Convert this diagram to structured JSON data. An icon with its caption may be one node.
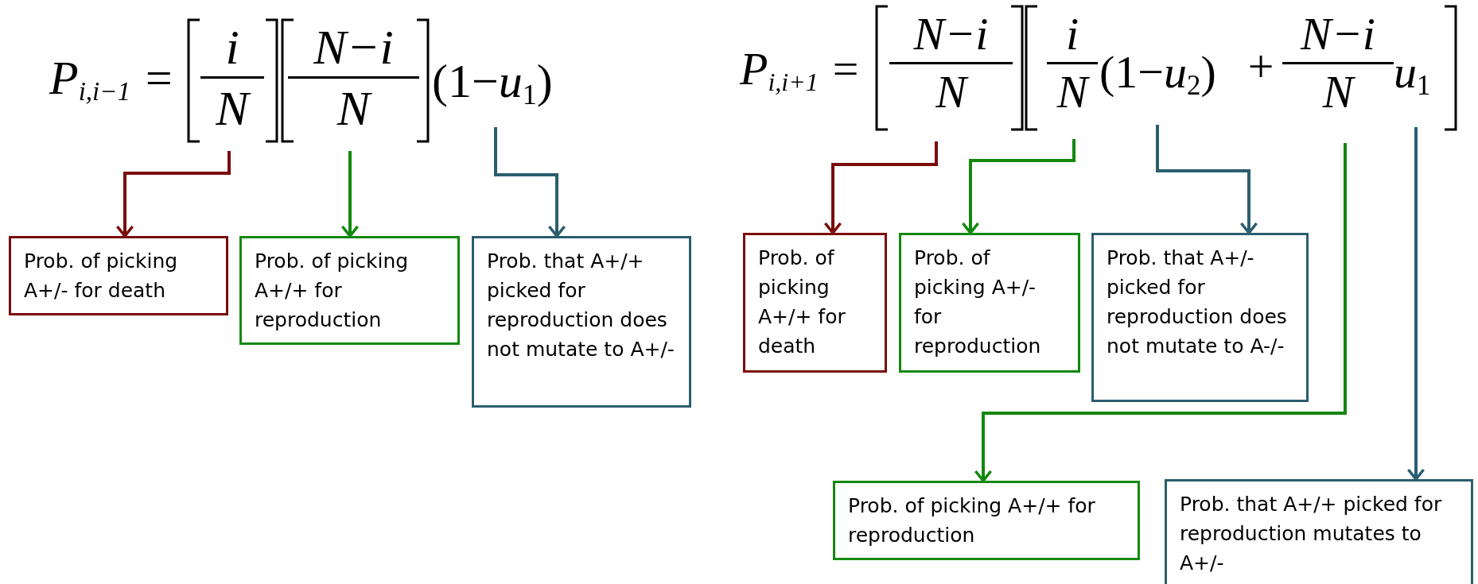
{
  "diagram": {
    "nodes": [
      {
        "text": [
          "i",
          "N"
        ]
      },
      {
        "text": [
          "N−i",
          "N"
        ]
      },
      {
        "text": [
          "(1−*u*$_{1}$)"
        ]
      },
      {
        "text": [
          "Prob. of picking A+/- for death"
        ]
      },
      {
        "text": [
          "Prob. of picking A+/+ for reproduction"
        ]
      },
      {
        "text": [
          "Prob. that A+/+ picked for reproduction does not mutate to A+/-"
        ]
      },
      {
        "text": [
          "N−i",
          "N"
        ]
      },
      {
        "text": [
          "i",
          "N"
        ]
      },
      {
        "text": [
          "(1−*u*$_{2}$)"
        ]
      },
      {
        "text": [
          "N−i",
          "N"
        ]
      },
      {
        "text": [
          "*u*$_{1}$"
        ]
      },
      {
        "text": [
          "Prob. of picking A+/+ for death"
        ]
      },
      {
        "text": [
          "Prob. of picking A+/- for reproduction"
        ]
      },
      {
        "text": [
          "Prob. that A+/- picked for reproduction does not mutate to A-/-"
        ]
      },
      {
        "text": [
          "Prob. of picking A+/+ for reproduction"
        ]
      },
      {
        "text": [
          "Prob. that A+/+ picked for reproduction mutates to A+/-"
        ]
      }
    ],
    "edges": [
      {
        "from": 0,
        "to": 3,
        "arrow": "to",
        "color": "#7b0c0c"
      },
      {
        "from": 1,
        "to": 4,
        "arrow": "to",
        "color": "#13880f"
      },
      {
        "from": 2,
        "to": 5,
        "arrow": "to",
        "color": "#2b5e6e"
      },
      {
        "from": 6,
        "to": 11,
        "arrow": "to",
        "color": "#7b0c0c"
      },
      {
        "from": 7,
        "to": 12,
        "arrow": "to",
        "color": "#13880f"
      },
      {
        "from": 8,
        "to": 13,
        "arrow": "to",
        "color": "#2b5e6e"
      },
      {
        "from": 9,
        "to": 14,
        "arrow": "to",
        "color": "#13880f"
      },
      {
        "from": 10,
        "to": 15,
        "arrow": "to",
        "color": "#2b5e6e"
      }
    ],
    "labels": [
      "P$_{i,i−1}$ =",
      "P$_{i,i+1}$ =",
      "+"
    ]
  }
}
